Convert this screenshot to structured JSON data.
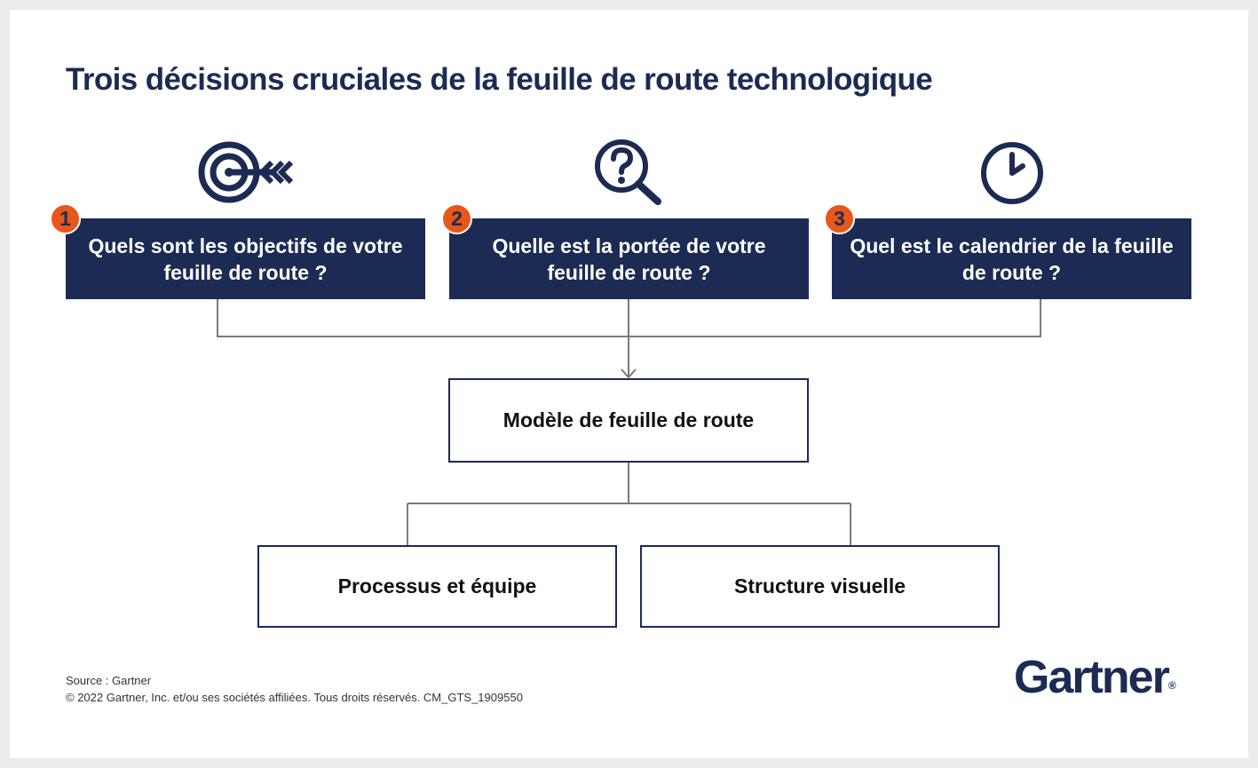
{
  "title": "Trois décisions cruciales de la feuille de route technologique",
  "decisions": [
    {
      "number": "1",
      "text": "Quels sont les objectifs de votre feuille de route ?",
      "icon": "target-icon"
    },
    {
      "number": "2",
      "text": "Quelle est la portée de votre feuille de route ?",
      "icon": "magnifier-question-icon"
    },
    {
      "number": "3",
      "text": "Quel est le calendrier de la feuille de route ?",
      "icon": "clock-icon"
    }
  ],
  "model": "Modèle de feuille de route",
  "outputs": [
    "Processus et équipe",
    "Structure visuelle"
  ],
  "source": "Source : Gartner",
  "copyright": "© 2022 Gartner, Inc. et/ou ses sociétés affiliées. Tous droits réservés. CM_GTS_1909550",
  "logo": "Gartner",
  "logo_mark": "®",
  "colors": {
    "navy": "#1c2b54",
    "orange": "#e8561c",
    "connector": "#7a7a7a",
    "background": "#ececec"
  }
}
